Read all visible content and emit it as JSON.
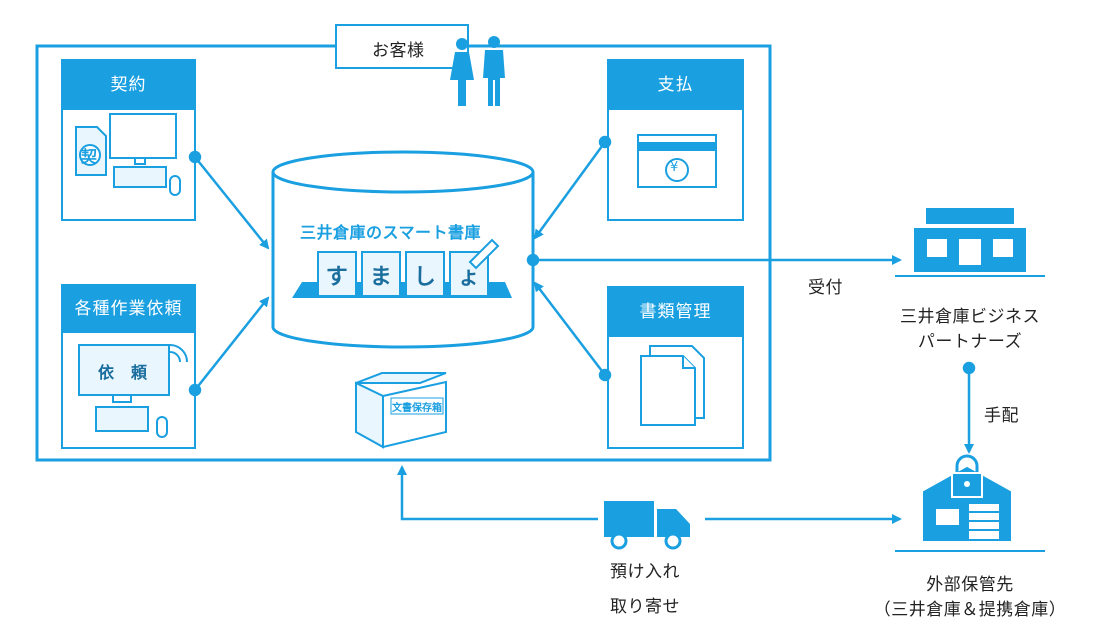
{
  "customer": {
    "label": "お客様"
  },
  "cards": {
    "contract": {
      "title": "契約",
      "stamp": "契"
    },
    "request": {
      "title": "各種作業依頼",
      "screen_text": "依　頼"
    },
    "payment": {
      "title": "支払",
      "currency": "¥"
    },
    "docs": {
      "title": "書類管理"
    }
  },
  "hub": {
    "title": "三井倉庫のスマート書庫",
    "chars": [
      "す",
      "ま",
      "し",
      "ょ"
    ]
  },
  "box": {
    "label": "文書保存箱"
  },
  "partners": {
    "name_line1": "三井倉庫ビジネス",
    "name_line2": "パートナーズ"
  },
  "storage": {
    "name_line1": "外部保管先",
    "name_line2": "（三井倉庫＆提携倉庫）"
  },
  "flows": {
    "receive": "受付",
    "arrange": "手配",
    "deposit": "預け入れ",
    "retrieve": "取り寄せ"
  },
  "colors": {
    "accent": "#1a9fe0",
    "dark_accent": "#0f86c6",
    "light_fill": "#eaf6fd"
  }
}
